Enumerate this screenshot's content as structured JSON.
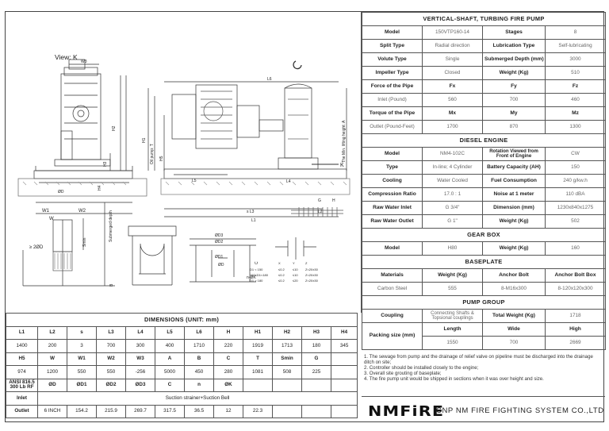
{
  "spec": {
    "title": "VERTICAL-SHAFT, TURBING FIRE PUMP",
    "pump_rows": [
      [
        "Model",
        "150VTP160-14",
        "Stages",
        "8"
      ],
      [
        "Split Type",
        "Radial direction",
        "Lubrication Type",
        "Self-lubricating"
      ],
      [
        "Volute Type",
        "Single",
        "Submerged Depth (mm)",
        "3000"
      ],
      [
        "Impeller Type",
        "Closed",
        "Weight (Kg)",
        "510"
      ],
      [
        "Force of the Pipe",
        "Fx",
        "Fy",
        "Fz"
      ],
      [
        "Inlet (Pound)",
        "560",
        "700",
        "460"
      ],
      [
        "Torque of the Pipe",
        "Mx",
        "My",
        "Mz"
      ],
      [
        "Outlet (Pound-Feet)",
        "1700",
        "870",
        "1300"
      ]
    ],
    "diesel_title": "DIESEL ENGINE",
    "diesel_rows": [
      [
        "Model",
        "NM4-102C",
        "Rotation Viewed from Front of Engine",
        "CW"
      ],
      [
        "Type",
        "In-line; 4 Cylinder",
        "Battery Capacity (AH)",
        "150"
      ],
      [
        "Cooling",
        "Water Cooled",
        "Fuel Consumption",
        "240 g/kw.h"
      ],
      [
        "Compression Ratio",
        "17.0 : 1",
        "Noise at 1 meter",
        "110 dBA"
      ],
      [
        "Raw Water Inlet",
        "G 3/4\"",
        "Dimension (mm)",
        "1230x840x1275"
      ],
      [
        "Raw Water Outlet",
        "G 1\"",
        "Weight (Kg)",
        "502"
      ]
    ],
    "gear_title": "GEAR BOX",
    "gear_row": [
      "Model",
      "H80",
      "Weight (Kg)",
      "160"
    ],
    "base_title": "BASEPLATE",
    "base_header": [
      "Materials",
      "Weight (Kg)",
      "Anchor Bolt",
      "Anchor Bolt Box"
    ],
    "base_row": [
      "Carbon Steel",
      "555",
      "8-M16x300",
      "8-120x120x300"
    ],
    "group_title": "PUMP GROUP",
    "coupling_label": "Coupling",
    "coupling_value": "Connecting Shafts & Topsional couplings",
    "total_weight_label": "Total Weight (Kg)",
    "total_weight_value": "1718",
    "packing_label": "Packing size (mm)",
    "packing_header": [
      "Length",
      "Wide",
      "High"
    ],
    "packing_values": [
      "1550",
      "700",
      "2669"
    ]
  },
  "notes": [
    "1. The sewage from pump and the drainage of relief valve on pipeline must be discharged into the drainage ditch on site;",
    "2. Controller should be installed closely to the engine;",
    "3. Overall site grouting of baseplate;",
    "4. The fire pump unit would be shipped in sections when it was over height and size."
  ],
  "brand": {
    "logo": "NMFiRE",
    "company": "CNP NM FIRE FIGHTING SYSTEM CO.,LTD"
  },
  "dims": {
    "title": "DIMENSIONS (UNIT: mm)",
    "row1_head": [
      "L1",
      "L2",
      "s",
      "L3",
      "L4",
      "L5",
      "L6",
      "H",
      "H1",
      "H2",
      "H3",
      "H4"
    ],
    "row1_vals": [
      "1400",
      "200",
      "3",
      "700",
      "300",
      "400",
      "1710",
      "220",
      "1919",
      "1713",
      "180",
      "345"
    ],
    "row2_head": [
      "H5",
      "W",
      "W1",
      "W2",
      "W3",
      "A",
      "B",
      "C",
      "T",
      "Smin",
      "G",
      ""
    ],
    "row2_vals": [
      "974",
      "1200",
      "550",
      "550",
      "-256",
      "5000",
      "450",
      "280",
      "1081",
      "508",
      "225",
      ""
    ],
    "row3_head": [
      "ANSI 816.5 300 Lb RF",
      "ØD",
      "ØD1",
      "ØD2",
      "ØD3",
      "C",
      "n",
      "ØK",
      "",
      "",
      "",
      ""
    ],
    "inlet_label": "Inlet",
    "inlet_value": "Suction strainer+Suction Bell",
    "outlet_label": "Outlet",
    "outlet_vals": [
      "6 INCH",
      "154.2",
      "215.9",
      "269.7",
      "317.5",
      "36.5",
      "12",
      "22.3",
      "",
      "",
      ""
    ]
  },
  "drawing": {
    "view_label": "View:  K",
    "labels": {
      "W3": "W3",
      "H2": "H2",
      "H1": "H1",
      "H3": "H3",
      "H4": "H4",
      "H5": "H5",
      "W1": "W1",
      "W2": "W2",
      "W": "W",
      "Smin": "Smin",
      "sub_depth": "Submerged depth",
      "B": "B",
      "L6": "L6",
      "L1": "L1",
      "L2": "L2",
      "sL3": "s L3",
      "L4": "L4",
      "L5": "L5",
      "K": "K",
      "oil": "Oil pump: T",
      "lift": "The Min. lifting height: A",
      "G": "G",
      "H": "H",
      "C": "C",
      "D3": "ØD3",
      "D2": "ØD2",
      "D1": "ØD1",
      "D": "ØD",
      "nK": "n-ØK",
      "phi200": "≥ 2ØD",
      "phiD": "ØD"
    },
    "tol_header": [
      "",
      "X",
      "Y",
      "Z"
    ],
    "tol_rows": [
      [
        "D1 < 150",
        "≤0.2",
        "≤10",
        "Z<20±30"
      ],
      [
        "150≤D1<180",
        "≤0.2",
        "≤10",
        "Z<20±30"
      ],
      [
        "D1 > 180",
        "≤0.2",
        "≤20",
        "Z<20±30"
      ]
    ]
  }
}
